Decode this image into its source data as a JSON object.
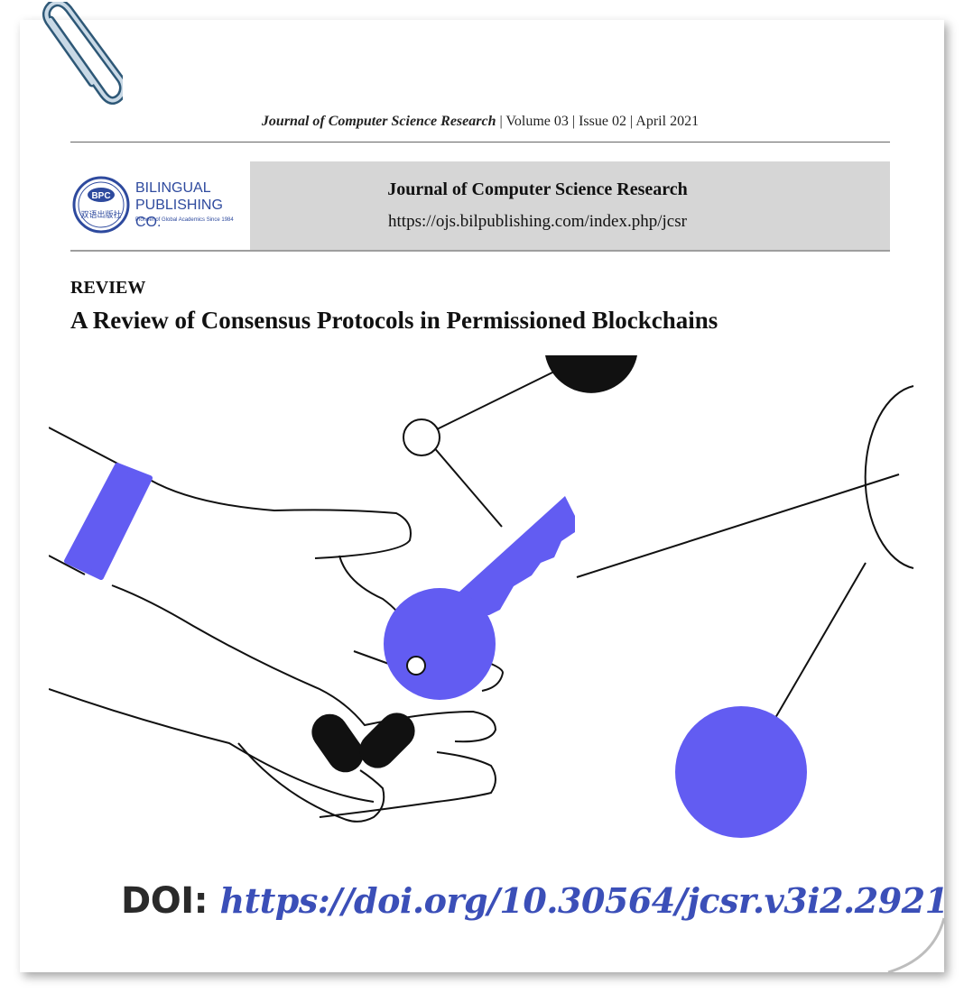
{
  "header": {
    "journal_name": "Journal of Computer Science Research",
    "issue_info": "| Volume 03 | Issue 02 | April 2021"
  },
  "publisher": {
    "badge_text": "BPC",
    "badge_cn": "双语出版社",
    "name_line1": "BILINGUAL",
    "name_line2": "PUBLISHING CO.",
    "tagline": "Pioneer of Global Academics Since 1984"
  },
  "banner": {
    "journal_title": "Journal of Computer Science Research",
    "journal_url": "https://ojs.bilpublishing.com/index.php/jcsr"
  },
  "article": {
    "type": "REVIEW",
    "title": "A Review of Consensus Protocols in Permissioned Blockchains"
  },
  "doi": {
    "label": "DOI:",
    "url": "https://doi.org/10.30564/jcsr.v3i2.2921"
  },
  "colors": {
    "accent_purple": "#625cf2",
    "publisher_blue": "#2e4a9e",
    "doi_blue": "#3b4fb8"
  },
  "icons": [
    "paperclip-icon",
    "publisher-logo-icon"
  ]
}
